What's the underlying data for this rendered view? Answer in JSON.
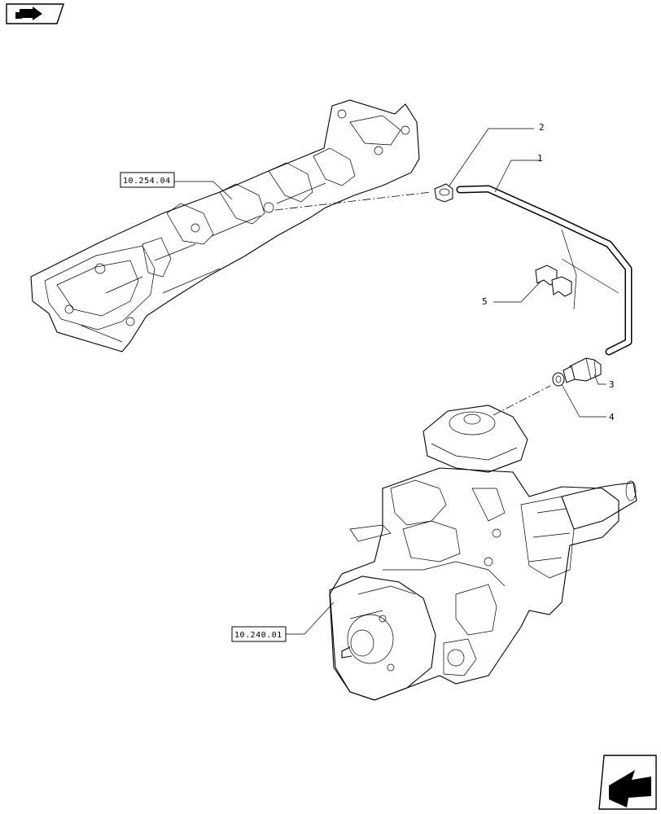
{
  "nav": {
    "back_icon": "back-arrow-icon",
    "next_icon": "next-arrow-icon"
  },
  "references": {
    "upper": "10.254.04",
    "lower": "10.240.01"
  },
  "callouts": {
    "c1": "1",
    "c2": "2",
    "c3": "3",
    "c4": "4",
    "c5": "5"
  }
}
